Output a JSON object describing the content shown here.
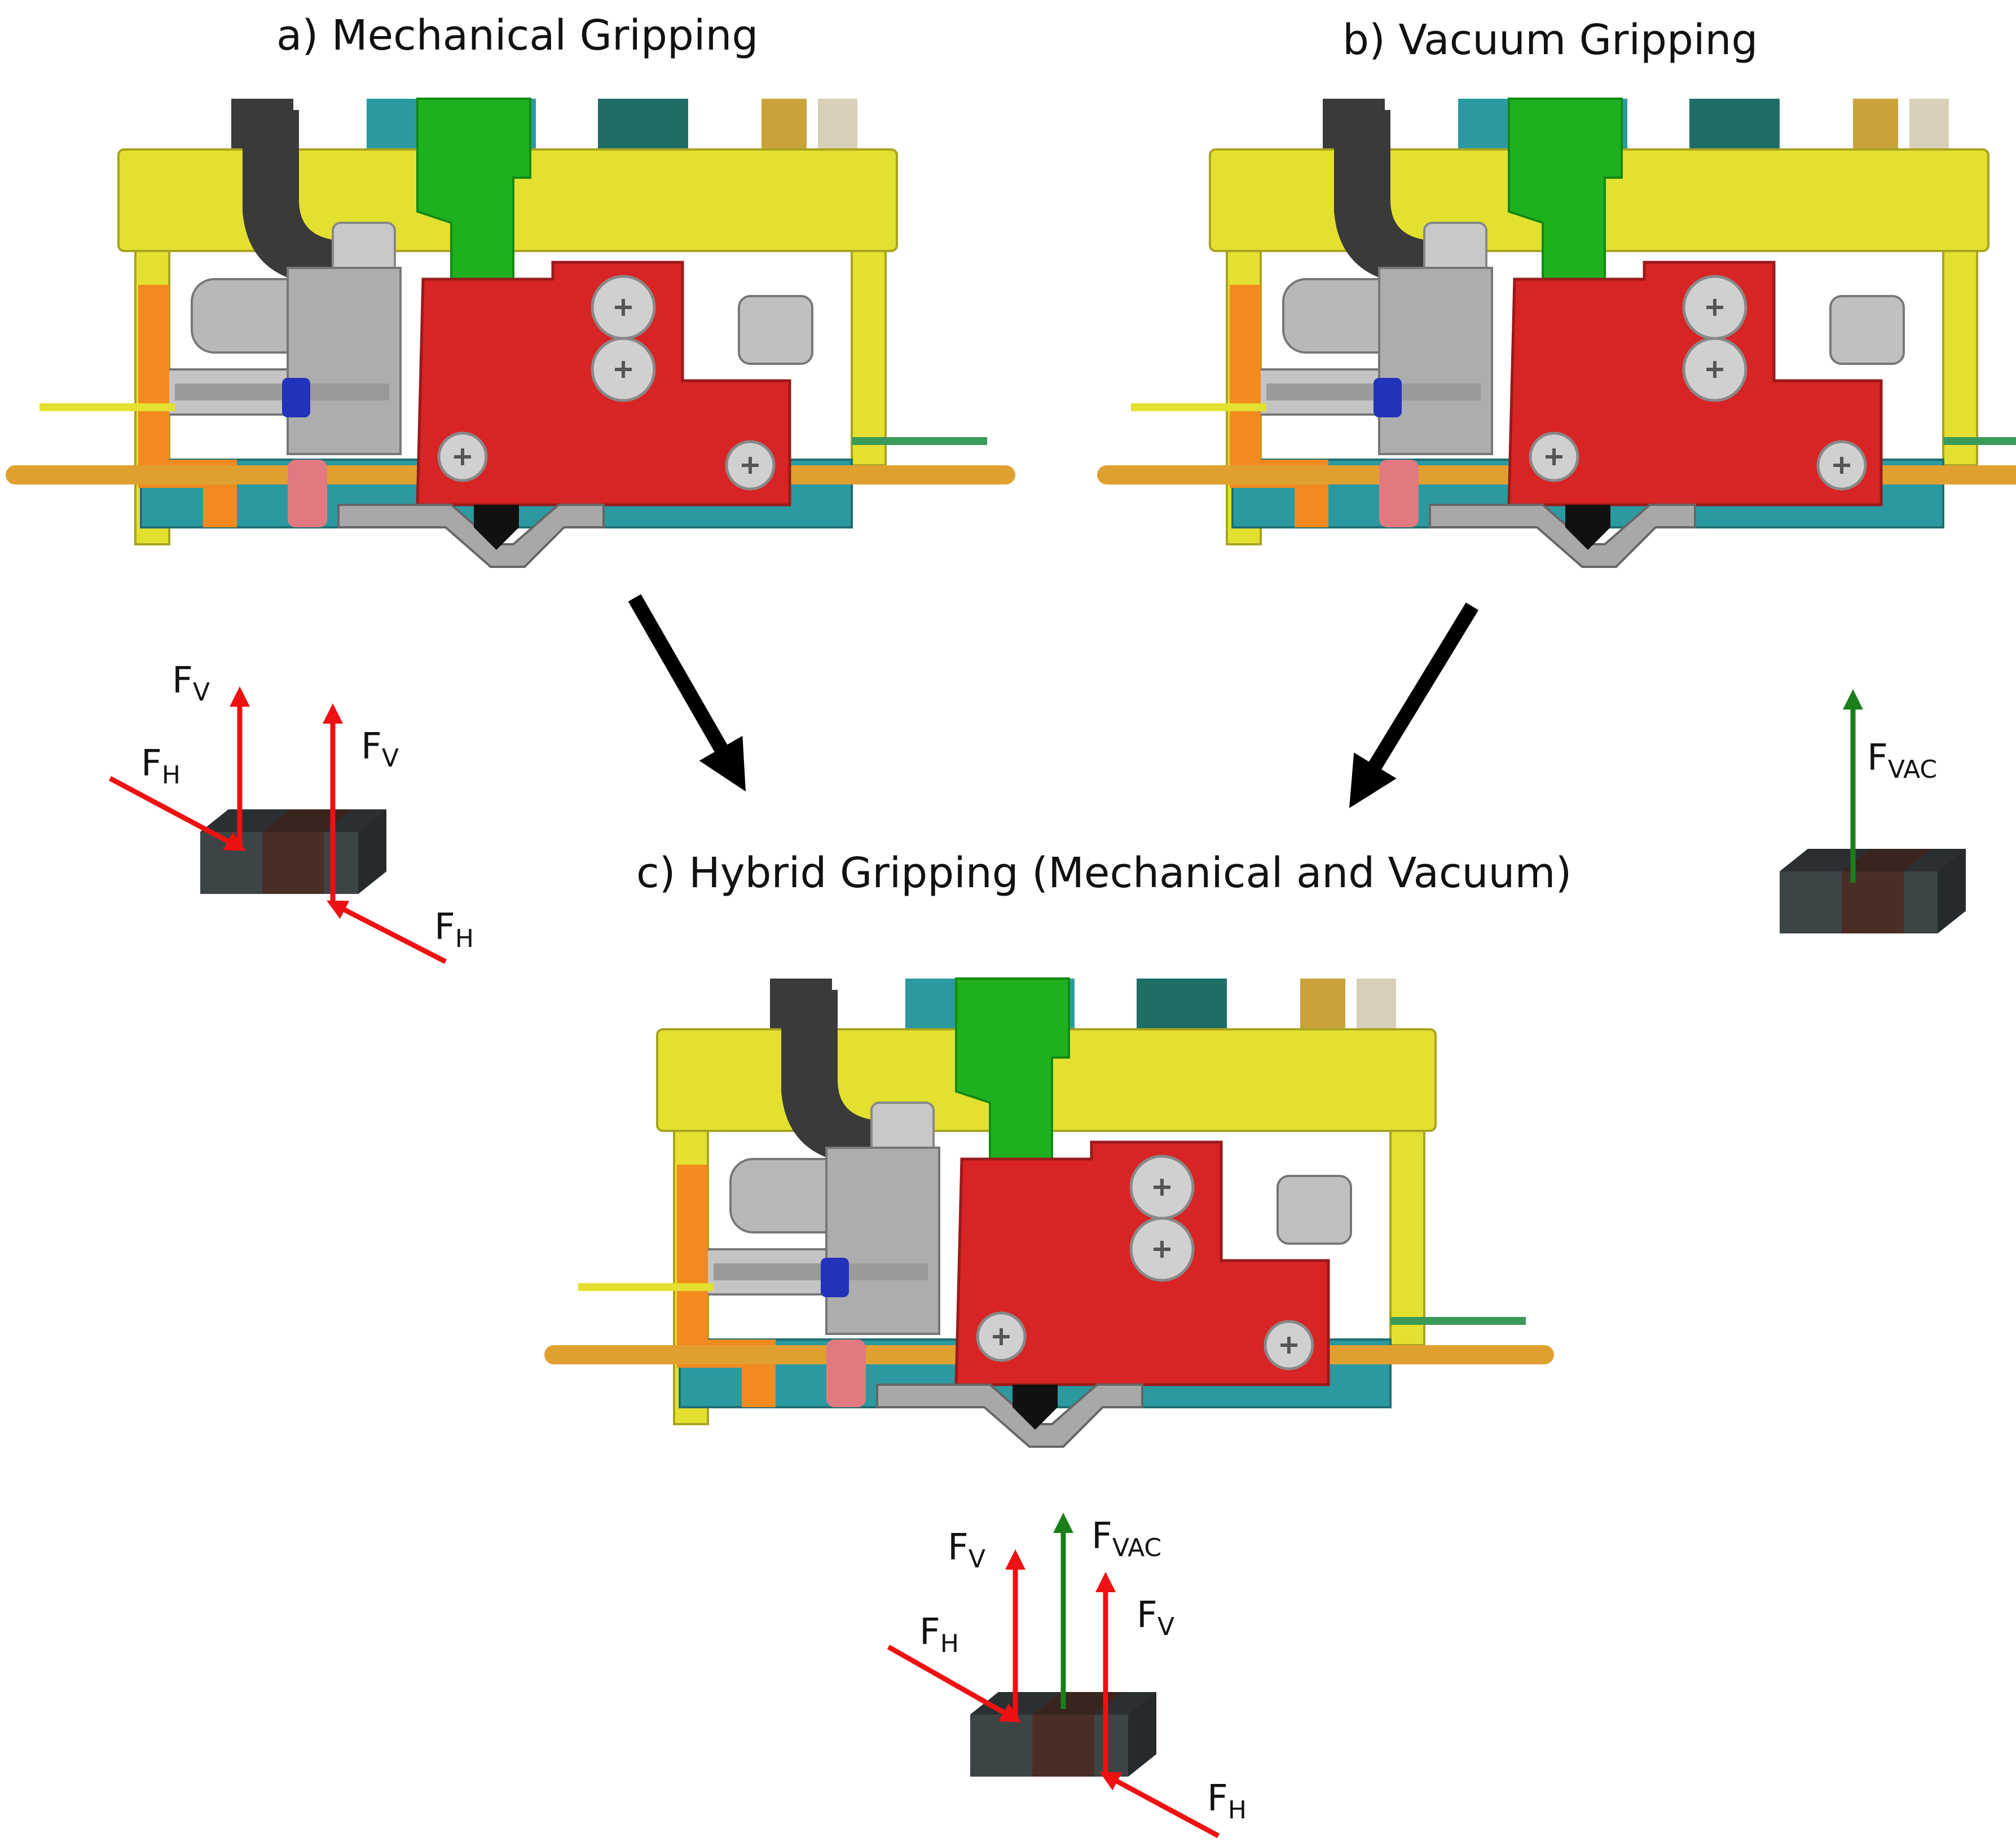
{
  "titles": {
    "a": "a) Mechanical Gripping",
    "b": "b) Vacuum Gripping",
    "c": "c) Hybrid Gripping (Mechanical and Vacuum)"
  },
  "force_labels": {
    "F": "F",
    "V": "V",
    "H": "H",
    "VAC": "VAC"
  },
  "colors": {
    "mechanical_force": "#ee1111",
    "vacuum_force": "#1a7f1a",
    "frame_yellow": "#e4e030",
    "green_arm": "#1fb01f",
    "red_bracket": "#d82424",
    "rod_orange": "#e0a030",
    "cyan_body": "#2a9aa0",
    "component_grey": "#3d4446",
    "component_brown": "#4a2e26",
    "pipe_dark": "#3a3a3a"
  }
}
